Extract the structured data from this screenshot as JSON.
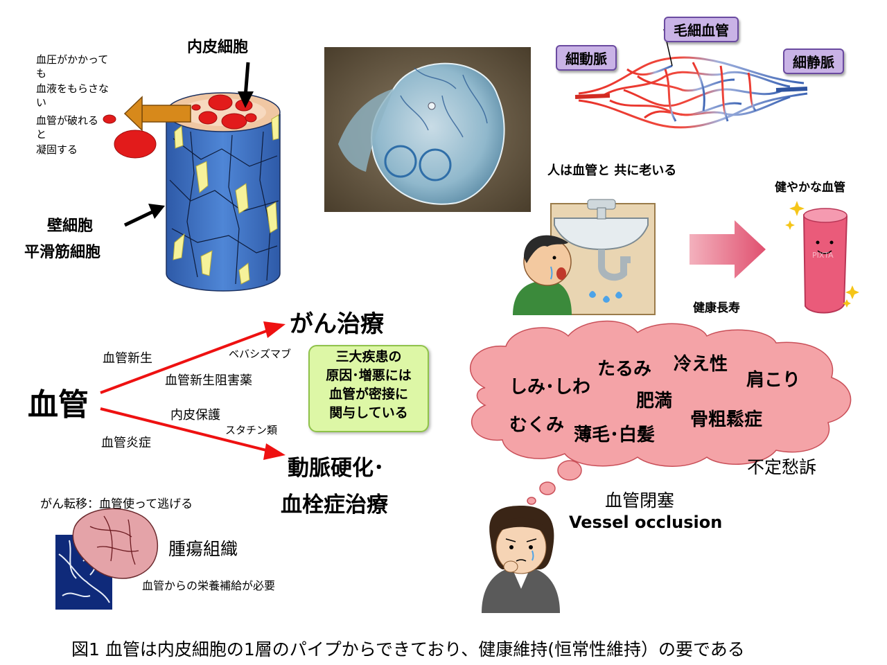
{
  "vessel_diagram": {
    "endothelial_label": "内皮細胞",
    "pressure_lines": [
      "血圧がかかって",
      "も",
      "血液をもらさな",
      "い",
      "血管が破れる",
      "と",
      "凝固する"
    ],
    "mural_label": "壁細胞",
    "smooth_muscle_label": "平滑筋細胞"
  },
  "capillary_diagram": {
    "capillary_label": "毛細血管",
    "arteriole_label": "細動脈",
    "venule_label": "細静脈"
  },
  "aging": {
    "caption": "人は血管と 共に老いる",
    "healthy_vessel_label": "健やかな血管",
    "longevity_label": "健康長寿",
    "watermark": "PIXTA"
  },
  "center": {
    "vessel_word": "血管",
    "cancer_treatment": "がん治療",
    "angiogenesis": "血管新生",
    "bevacizumab": "ベバシズマブ",
    "angiogenesis_inhibitor": "血管新生阻害薬",
    "endothelial_protection": "内皮保護",
    "statins": "スタチン類",
    "vascular_inflammation": "血管炎症",
    "atherosclerosis_line1": "動脈硬化･",
    "atherosclerosis_line2": "血栓症治療",
    "green_box_lines": [
      "三大疾患の",
      "原因･増悪には",
      "血管が密接に",
      "関与している"
    ]
  },
  "tumor": {
    "metastasis": "がん転移：血管使って逃げる",
    "tumor_tissue": "腫瘍組織",
    "nutrition": "血管からの栄養補給が必要"
  },
  "cloud": {
    "items": [
      "しみ･しわ",
      "たるみ",
      "冷え性",
      "肩こり",
      "肥満",
      "むくみ",
      "薄毛･白髪",
      "骨粗鬆症"
    ],
    "unidentified_complaints": "不定愁訴",
    "occlusion_jp": "血管閉塞",
    "occlusion_en": "Vessel occlusion"
  },
  "caption": "図1 血管は内皮細胞の1層のパイプからできており、健康維持(恒常性維持）の要である",
  "colors": {
    "arrow_red": "#ee1111",
    "cloud_fill": "#f4a3a7",
    "vessel_blue": "#3b6fc2",
    "green_box": "#ddf7a6"
  }
}
